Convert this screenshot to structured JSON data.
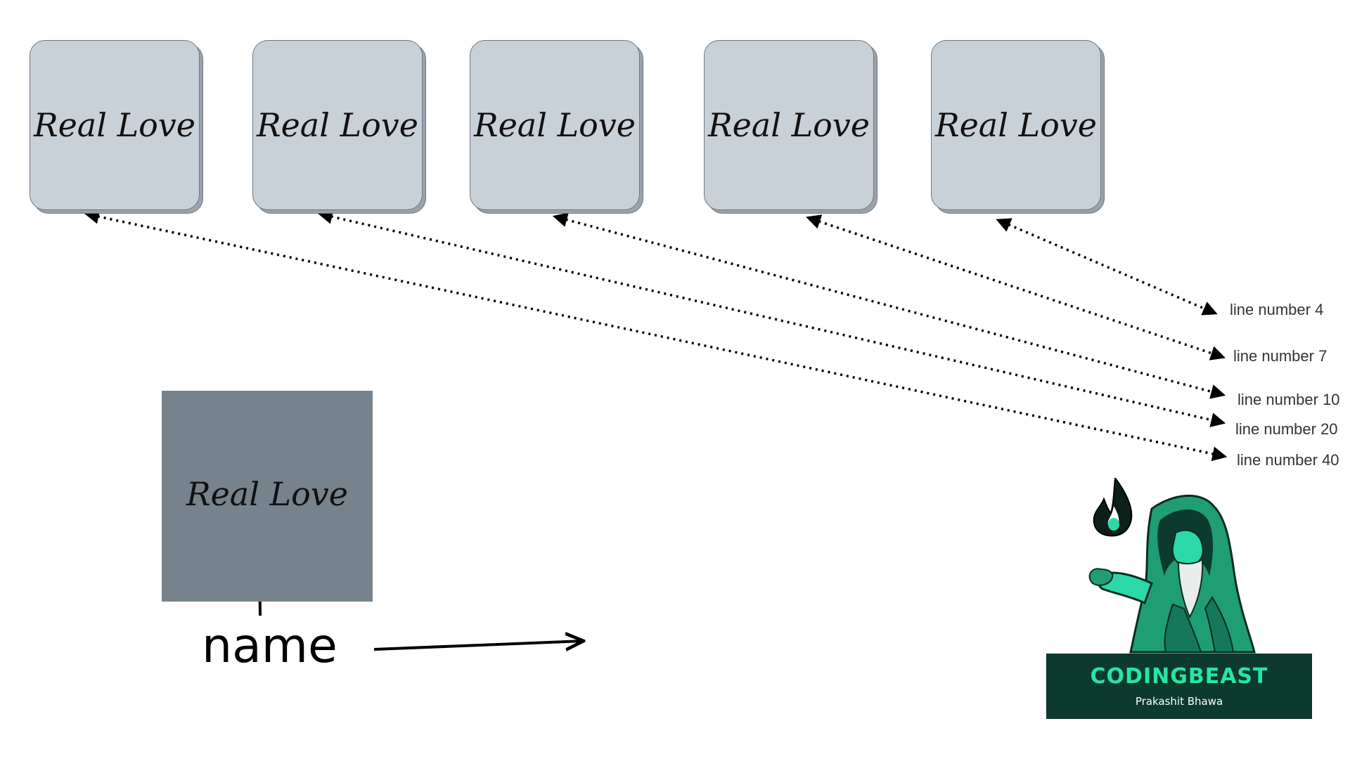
{
  "cards": [
    {
      "text": "Real Love"
    },
    {
      "text": "Real Love"
    },
    {
      "text": "Real Love"
    },
    {
      "text": "Real Love"
    },
    {
      "text": "Real Love"
    }
  ],
  "highlight_card": {
    "text": "Real Love"
  },
  "name_label": "name",
  "line_labels": [
    "line number 4",
    "line number 7",
    "line number 10",
    "line number 20",
    "line number 40"
  ],
  "brand": {
    "title": "CODINGBEAST",
    "subtitle": "Prakashit Bhawa"
  },
  "colors": {
    "card_fill": "#c8d0d8",
    "card_shadow": "#9aa3ac",
    "highlight_fill": "#76838c",
    "brand_bg": "#0d3a2e",
    "brand_accent": "#27e6a3"
  }
}
